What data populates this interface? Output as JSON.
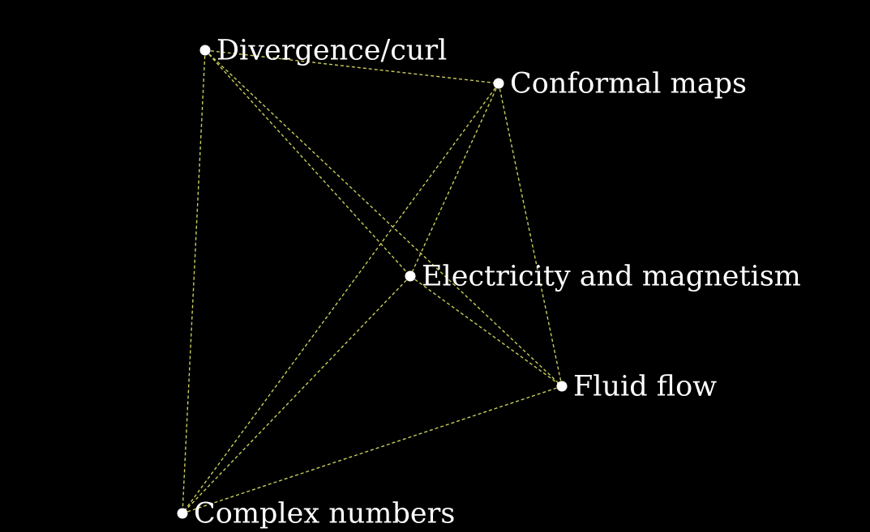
{
  "diagram": {
    "nodes": [
      {
        "id": "divergence",
        "label": "Divergence/curl"
      },
      {
        "id": "conformal",
        "label": "Conformal maps"
      },
      {
        "id": "em",
        "label": "Electricity and magnetism"
      },
      {
        "id": "fluid",
        "label": "Fluid flow"
      },
      {
        "id": "complex",
        "label": "Complex numbers"
      }
    ],
    "edges": [
      [
        "divergence",
        "conformal"
      ],
      [
        "divergence",
        "em"
      ],
      [
        "divergence",
        "fluid"
      ],
      [
        "divergence",
        "complex"
      ],
      [
        "conformal",
        "em"
      ],
      [
        "conformal",
        "fluid"
      ],
      [
        "conformal",
        "complex"
      ],
      [
        "em",
        "fluid"
      ],
      [
        "em",
        "complex"
      ],
      [
        "fluid",
        "complex"
      ]
    ],
    "colors": {
      "background": "#000000",
      "node": "#ffffff",
      "label": "#ffffff",
      "edge": "#c9cc5a"
    }
  }
}
